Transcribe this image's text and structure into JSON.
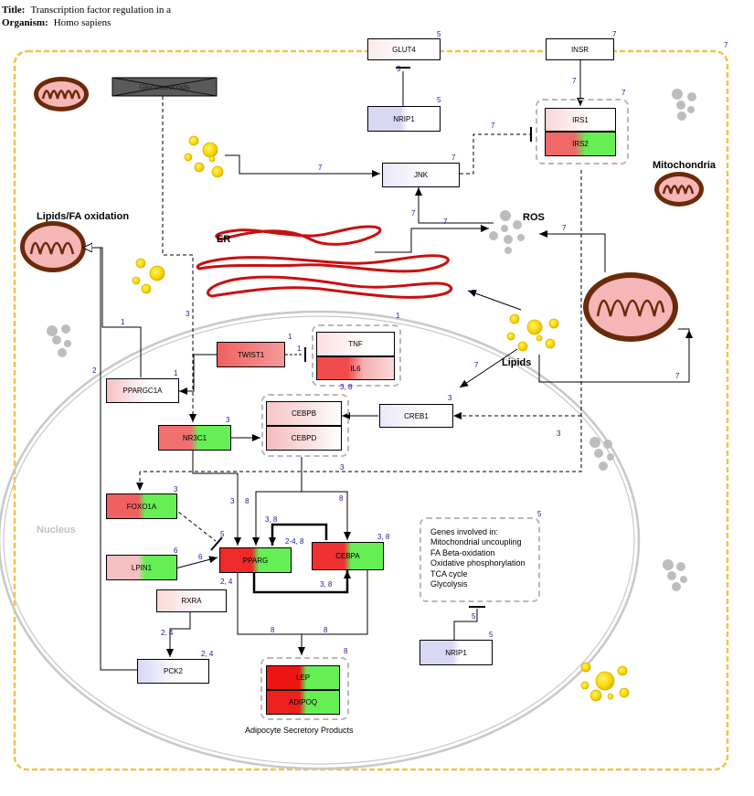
{
  "header": {
    "title_label": "Title:",
    "title": "Transcription factor regulation in a",
    "organism_label": "Organism:",
    "organism": "Homo sapiens"
  },
  "labels": {
    "mitochondria": "Mitochondria",
    "lipids_fa": "Lipids/FA oxidation",
    "ros": "ROS",
    "er": "ER",
    "lipids": "Lipids",
    "nucleus": "Nucleus",
    "adipocyte_products": "Adipocyte Secretory Products",
    "glucocorticoids": "Glucocorticoids"
  },
  "genes": {
    "glut4": "GLUT4",
    "insr": "INSR",
    "nrip1_top": "NRIP1",
    "irs1": "IRS1",
    "irs2": "IRS2",
    "jnk": "JNK",
    "twist1": "TWIST1",
    "tnf": "TNF",
    "il6": "IL6",
    "ppargc1a": "PPARGC1A",
    "creb1": "CREB1",
    "nr3c1": "NR3C1",
    "cebpb": "CEBPB",
    "cebpd": "CEBPD",
    "foxo1a": "FOXO1A",
    "pparg": "PPARG",
    "cebpa": "CEBPA",
    "lpin1": "LPIN1",
    "rxra": "RXRA",
    "pck2": "PCK2",
    "lep": "LEP",
    "adipoq": "ADIPOQ",
    "nrip1_bottom": "NRIP1"
  },
  "genes_involved": {
    "heading": "Genes involved in:",
    "items": [
      "Mitochondrial uncoupling",
      "FA Beta-oxidation",
      "Oxidative phosphorylation",
      "TCA cycle",
      "Glycolysis"
    ]
  },
  "refs": {
    "cell": "7",
    "glut4": "5",
    "insr": "7",
    "nrip1_top": "5",
    "irs_group": "7",
    "irs_jnk": "7",
    "jnk": "7",
    "lipid_jnk": "7",
    "jnk_ros": "7",
    "ros_jnk": "7",
    "mito_ros": "7",
    "lipids_er": "7",
    "lipids_nuc": "7",
    "lipids_mito": "7",
    "glut4_inh": "5",
    "nuc_top": "1",
    "twist1": "1",
    "twist_inh": "1",
    "tnf_group": "3, 8",
    "ppargc1a": "1",
    "ppargc1a_lip": "1",
    "pck2_lip": "2",
    "gluc_nr3c1": "3",
    "creb1": "3",
    "creb1_in": "3",
    "nr3c1": "3",
    "cebpb_foxo": "3",
    "foxo1a": "3",
    "nr3c1_pparg": "3",
    "cebp_pparg": "8",
    "cebp_cebpa": "8",
    "loop_top": "3, 8",
    "loop_pparg": "2-4, 8",
    "cebpa": "3, 8",
    "loop_bottom": "3, 8",
    "foxo_pparg": "5",
    "lpin1": "6",
    "lpin1_pparg": "6",
    "pparg": "2, 4",
    "rxra": "2, 4",
    "pck2": "2, 4",
    "pparg_lep": "8",
    "cebpa_lep": "8",
    "lep_group": "8",
    "genes_box": "5",
    "nrip1_bottom_inh": "5",
    "nrip1_bottom": "5"
  }
}
